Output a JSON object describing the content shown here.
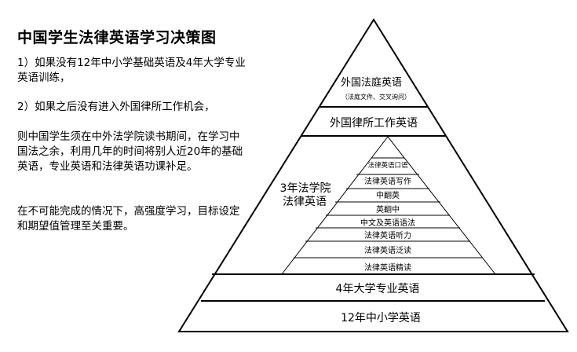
{
  "title": "中国学生法律英语学习决策图",
  "paragraphs": [
    "1）如果没有12年中小学基础英语及4年大学专业英语训练，",
    "2）如果之后没有进入外国律所工作机会，",
    "则中国学生须在中外法学院读书期间，在学习中国法之余，利用几年的时间将别人近20年的基础英语，专业英语和法律英语功课补足。",
    "在不可能完成的情况下，高强度学习，目标设定和期望值管理至关重要。"
  ],
  "pyramid": {
    "top": {
      "label": "外国法庭英语",
      "sublabel": "（法庭文件、交叉询问）"
    },
    "layer2": "外国律所工作英语",
    "law_school": {
      "label_line1": "3年法学院",
      "label_line2": "法律英语",
      "items": [
        "法律英语口语",
        "法律英语写作",
        "中翻英",
        "英翻中",
        "中文及英语语法",
        "法律英语听力",
        "法律英语泛读",
        "法律英语精读"
      ]
    },
    "university": "4年大学专业英语",
    "school": "12年中小学英语"
  }
}
